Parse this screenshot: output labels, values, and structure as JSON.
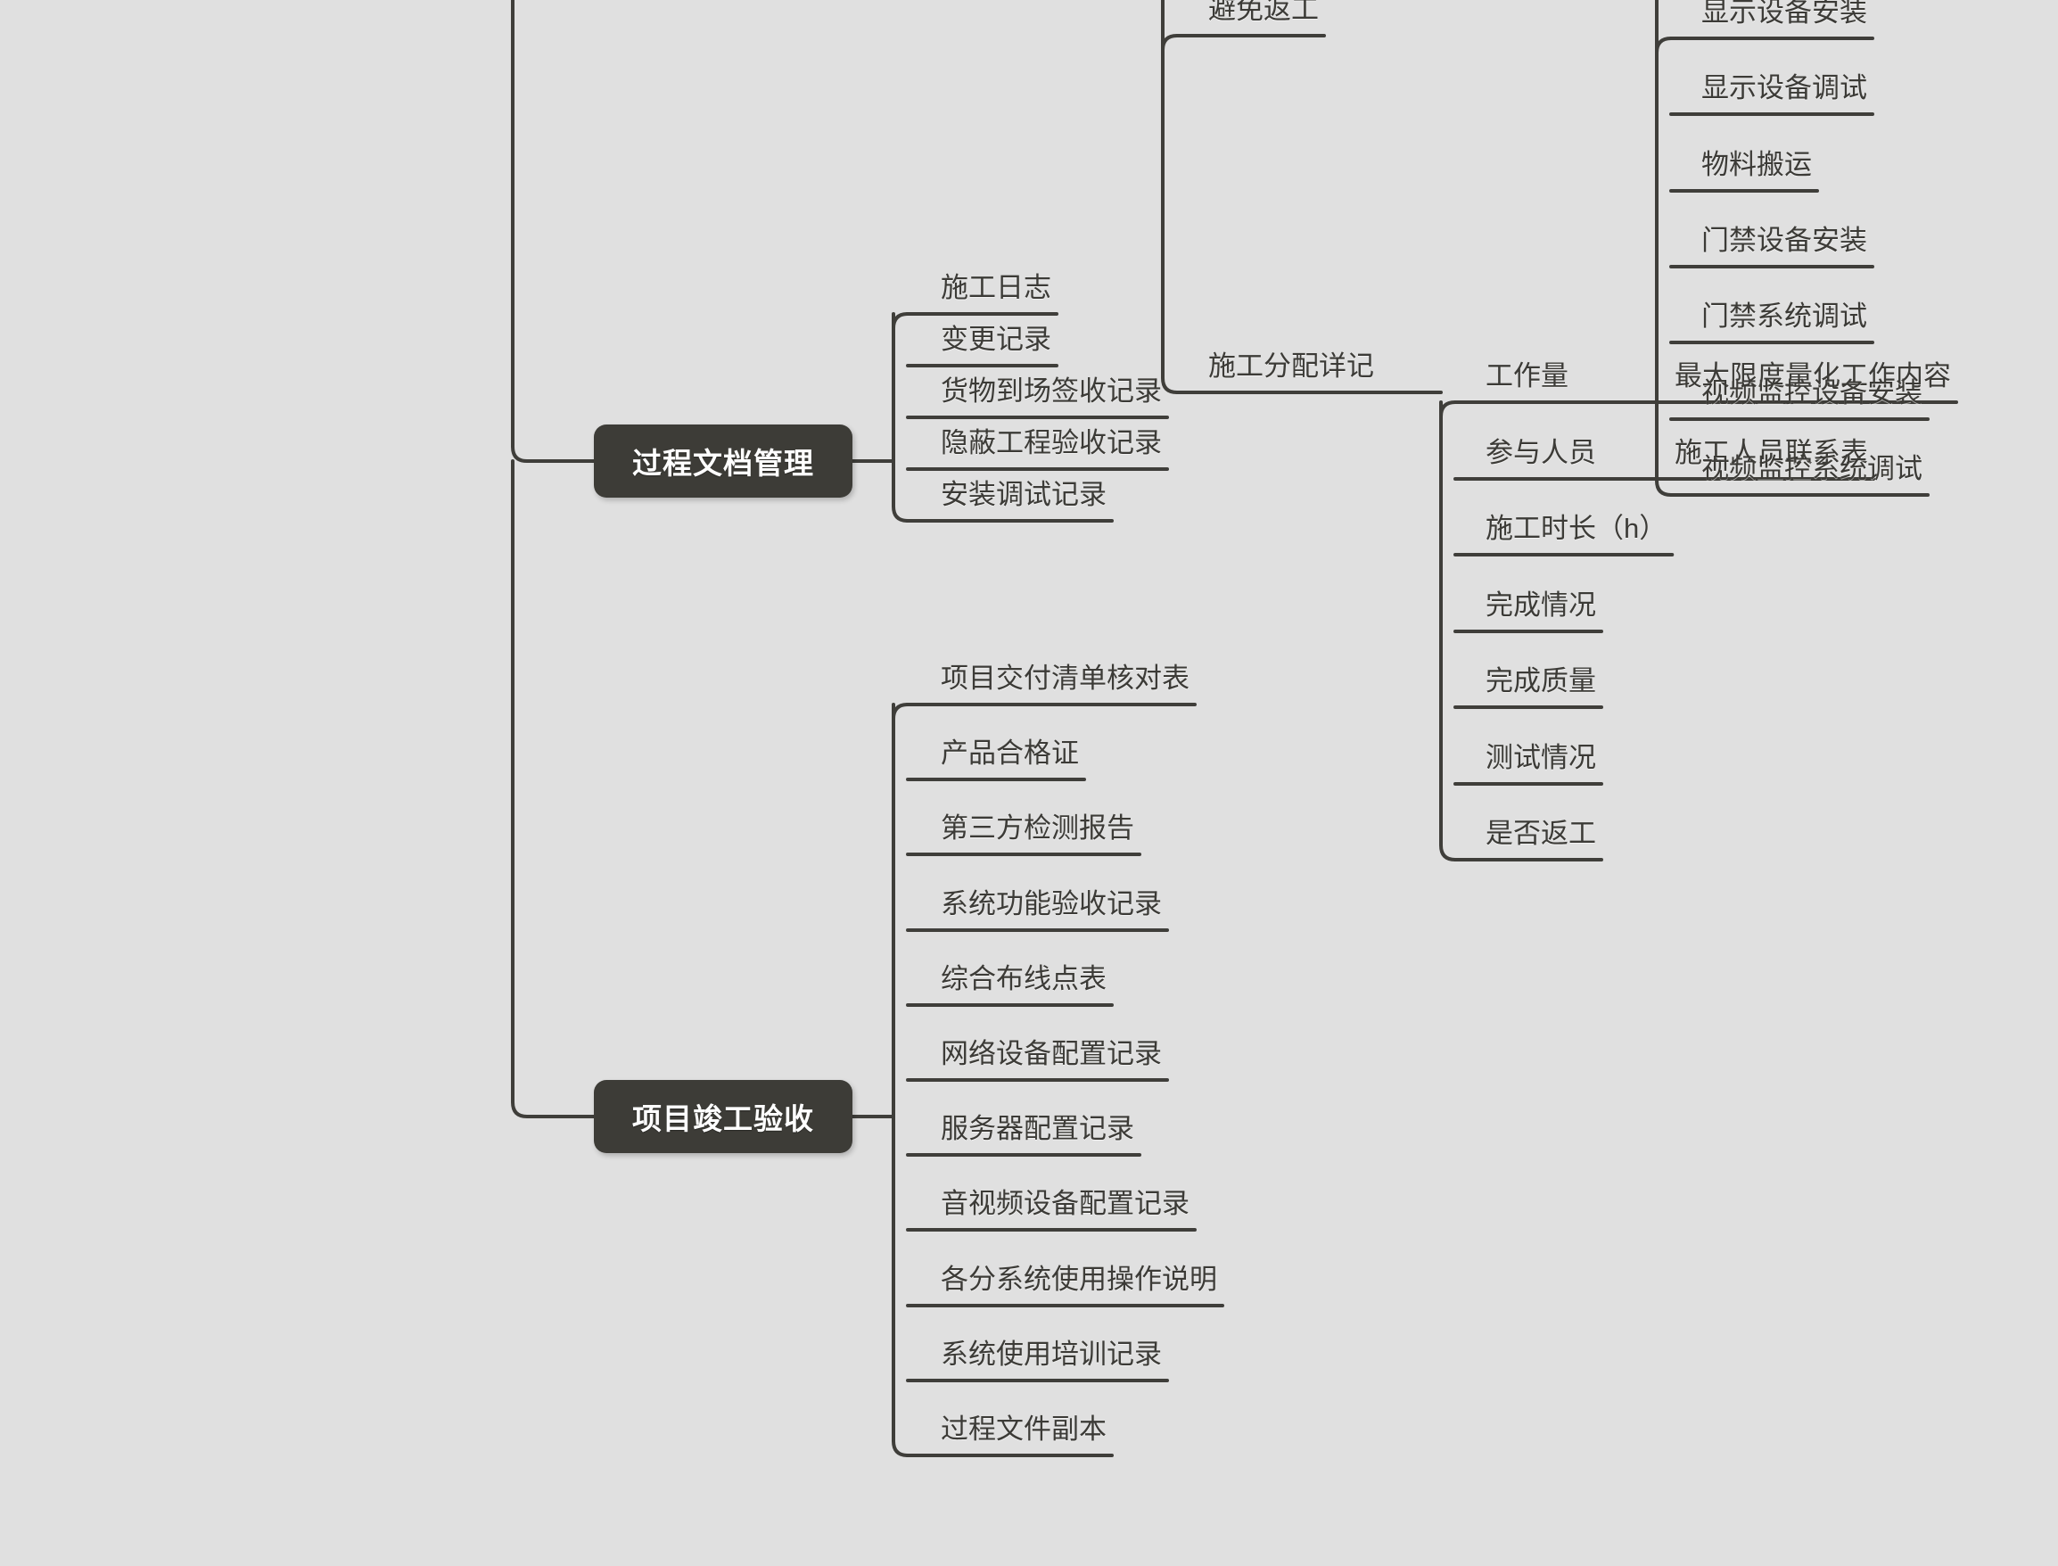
{
  "diagram": {
    "type": "mindmap",
    "title_nodes": [
      "过程文档管理",
      "项目竣工验收"
    ],
    "background_color": "#e0e0e0",
    "node_color": "#3d3c37",
    "node_text_color": "#ffffff",
    "line_color": "#3f3e3a",
    "text_color": "#3c3b37"
  },
  "branches": [
    {
      "id": "process-doc",
      "label": "过程文档管理",
      "children": [
        {
          "label": "施工日志"
        },
        {
          "label": "变更记录"
        },
        {
          "label": "货物到场签收记录"
        },
        {
          "label": "隐蔽工程验收记录"
        },
        {
          "label": "安装调试记录"
        }
      ]
    },
    {
      "id": "project-acceptance",
      "label": "项目竣工验收",
      "children": [
        {
          "label": "项目交付清单核对表"
        },
        {
          "label": "产品合格证"
        },
        {
          "label": "第三方检测报告"
        },
        {
          "label": "系统功能验收记录"
        },
        {
          "label": "综合布线点表"
        },
        {
          "label": "网络设备配置记录"
        },
        {
          "label": "服务器配置记录"
        },
        {
          "label": "音视频设备配置记录"
        },
        {
          "label": "各分系统使用操作说明"
        },
        {
          "label": "系统使用培训记录"
        },
        {
          "label": "过程文件副本"
        }
      ]
    }
  ],
  "upper_group": {
    "items": [
      {
        "label": "避免返工"
      },
      {
        "label": "施工分配详记"
      }
    ]
  },
  "detail_group": {
    "items": [
      {
        "label": "工作量",
        "child": "最大限度量化工作内容"
      },
      {
        "label": "参与人员",
        "child": "施工人员联系表"
      },
      {
        "label": "施工时长（h）",
        "child": null
      },
      {
        "label": "完成情况",
        "child": null
      },
      {
        "label": "完成质量",
        "child": null
      },
      {
        "label": "测试情况",
        "child": null
      },
      {
        "label": "是否返工",
        "child": null
      }
    ]
  },
  "device_group": {
    "items": [
      {
        "label": "显示设备安装"
      },
      {
        "label": "显示设备调试"
      },
      {
        "label": "物料搬运"
      },
      {
        "label": "门禁设备安装"
      },
      {
        "label": "门禁系统调试"
      },
      {
        "label": "视频监控设备安装"
      },
      {
        "label": "视频监控系统调试"
      }
    ]
  }
}
